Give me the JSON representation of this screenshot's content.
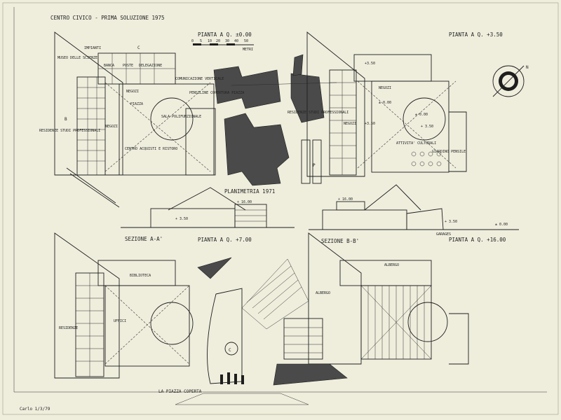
{
  "sheet": {
    "title": "CENTRO CIVICO - PRIMA SOLUZIONE 1975",
    "corner_note": "Carlo 1/3/79",
    "paper_color": "#efeedd",
    "ink_color": "#1e1e1e"
  },
  "plans": {
    "level_000": {
      "title": "PIANTA A Q. ±0.00",
      "labels": [
        "IMPIANTI",
        "MUSEO DELLE SCIENZE",
        "BANCA",
        "POSTE",
        "DELEGAZIONE",
        "NEGOZI",
        "PIAZZA",
        "SALA POLIFUNZIONALE",
        "NEGOZI",
        "RESIDENZE STUDI PROFESSIONALI",
        "CENTRO ACQUISTI E RISTORO",
        "B",
        "C"
      ]
    },
    "level_350": {
      "title": "PIANTA A Q. +3.50",
      "labels": [
        "+3.50",
        "NEGOZI",
        "± 0.00",
        "± 0.00",
        "+ 3.50",
        "NEGOZI",
        "+3.50",
        "ATTIVITA' CULTURALI",
        "GIARDINO PENSILE"
      ]
    },
    "level_700": {
      "title": "PIANTA A Q. +7.00",
      "labels": [
        "BIBLIOTECA",
        "UFFICI",
        "RESIDENZE"
      ]
    },
    "level_1600": {
      "title": "PIANTA A Q. +16.00",
      "labels": [
        "ALBERGO",
        "ALBERGO"
      ]
    }
  },
  "site_plan": {
    "title": "PLANIMETRIA 1971",
    "labels": [
      "COMUNICAZIONE VERTICALE",
      "PENSILINE COPERTURA PIAZZA",
      "RESIDENZE STUDI PROFESSIONALI",
      "P"
    ]
  },
  "scale_bar": {
    "ticks": [
      "0",
      "5",
      "10",
      "20",
      "30",
      "40",
      "50"
    ],
    "unit": "METRI"
  },
  "sections": {
    "aa": {
      "title": "SEZIONE A-A'",
      "labels": [
        "+ 16.00",
        "+ 3.50"
      ]
    },
    "bb": {
      "title": "SEZIONE B-B'",
      "labels": [
        "+ 16.00",
        "+ 3.50",
        "GARAGES",
        "± 0.00"
      ]
    }
  },
  "perspective": {
    "caption": "LA PIAZZA COPERTA",
    "logo_letter": "C"
  },
  "compass": {
    "north": "N"
  }
}
